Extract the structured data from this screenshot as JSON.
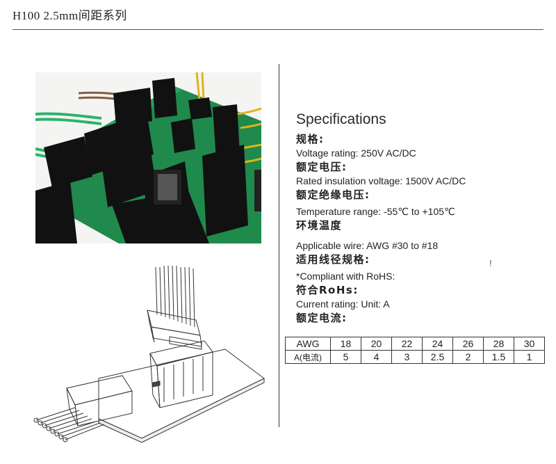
{
  "header": {
    "title": "H100  2.5mm间距系列"
  },
  "specifications": {
    "title": "Specifications",
    "lines": [
      "规格:",
      "Voltage rating: 250V AC/DC",
      "额定电压:",
      "Rated insulation voltage: 1500V AC/DC",
      "额定绝缘电压:",
      "Temperature range: -55℃ to +105℃",
      "环境温度",
      "Applicable wire: AWG #30 to #18",
      "适用线径规格:",
      "*Compliant with RoHS:",
      "符合RoHs:",
      "Current rating:  Unit: A",
      "额定电流:"
    ]
  },
  "awg_table": {
    "row1": [
      "AWG",
      "18",
      "20",
      "22",
      "24",
      "26",
      "28",
      "30"
    ],
    "row2": [
      "A(电流)",
      "5",
      "4",
      "3",
      "2.5",
      "2",
      "1.5",
      "1"
    ]
  },
  "stray_mark": "!"
}
